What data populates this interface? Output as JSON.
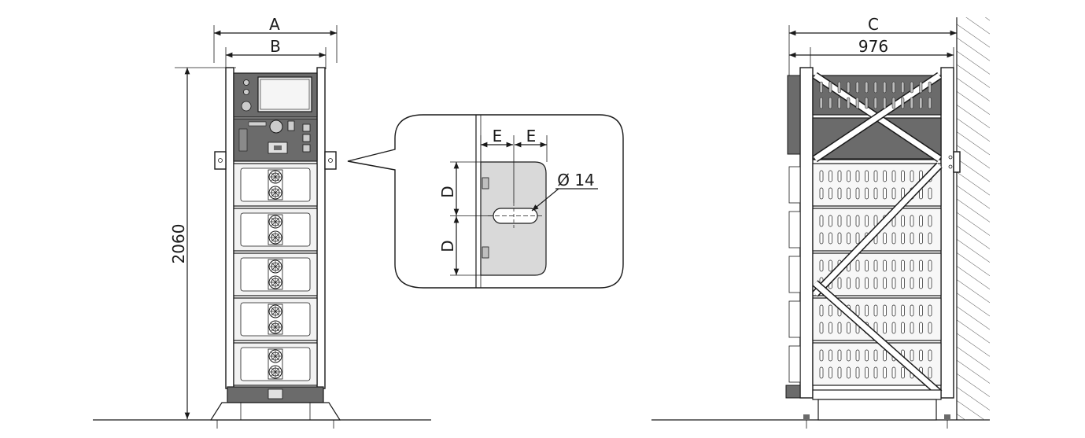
{
  "labels": {
    "front_width_outer": "A",
    "front_width_inner": "B",
    "front_height": "2060",
    "side_depth_outer": "C",
    "side_depth_inner": "976",
    "detail_hole_spacing_v1": "D",
    "detail_hole_spacing_v2": "D",
    "detail_hole_offset_h1": "E",
    "detail_hole_offset_h2": "E",
    "detail_hole_diameter": "Ø 14"
  },
  "colors": {
    "line": "#1a1a1a",
    "panel_dark": "#6b6b6b",
    "module_fill": "#f2f2f2",
    "plate_fill": "#d9d9d9",
    "wall_hatch": "#555555"
  },
  "icons": {
    "fan": "fan-icon",
    "display": "display-screen-icon",
    "switch": "rotary-switch-icon",
    "hatch": "wall-hatch-pattern"
  }
}
